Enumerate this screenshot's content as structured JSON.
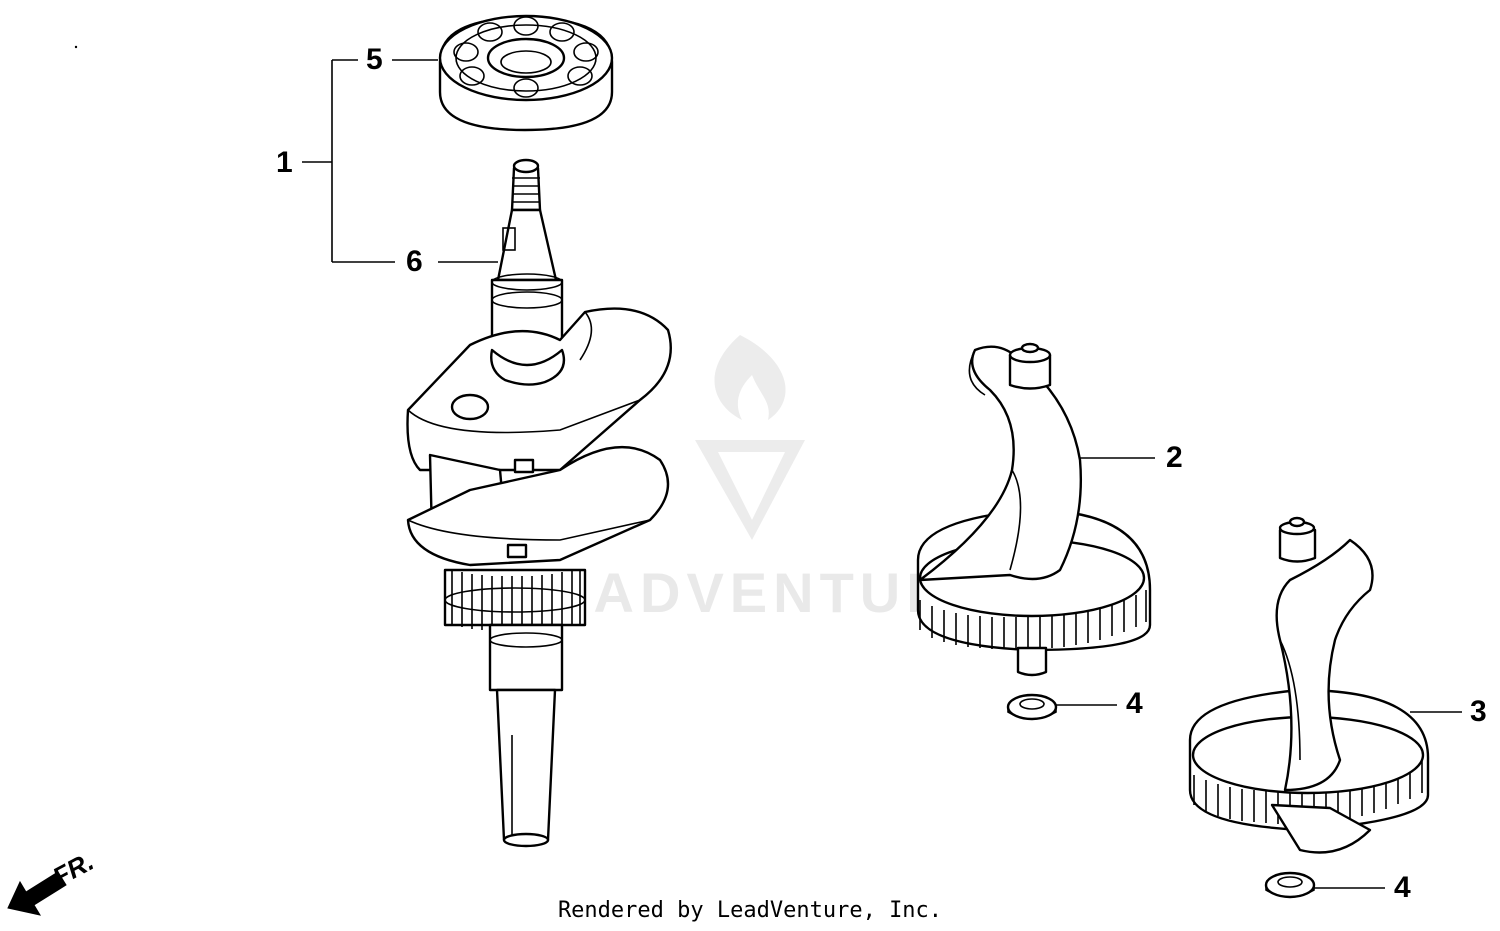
{
  "callouts": {
    "c1": "1",
    "c2": "2",
    "c3": "3",
    "c4a": "4",
    "c4b": "4",
    "c5": "5",
    "c6": "6"
  },
  "direction": {
    "label": "FR."
  },
  "watermark": {
    "text": "LEADVENTURE"
  },
  "credit": {
    "text": "Rendered by LeadVenture, Inc."
  },
  "colors": {
    "line": "#000000",
    "background": "#ffffff",
    "watermark": "#e9e9e9"
  }
}
